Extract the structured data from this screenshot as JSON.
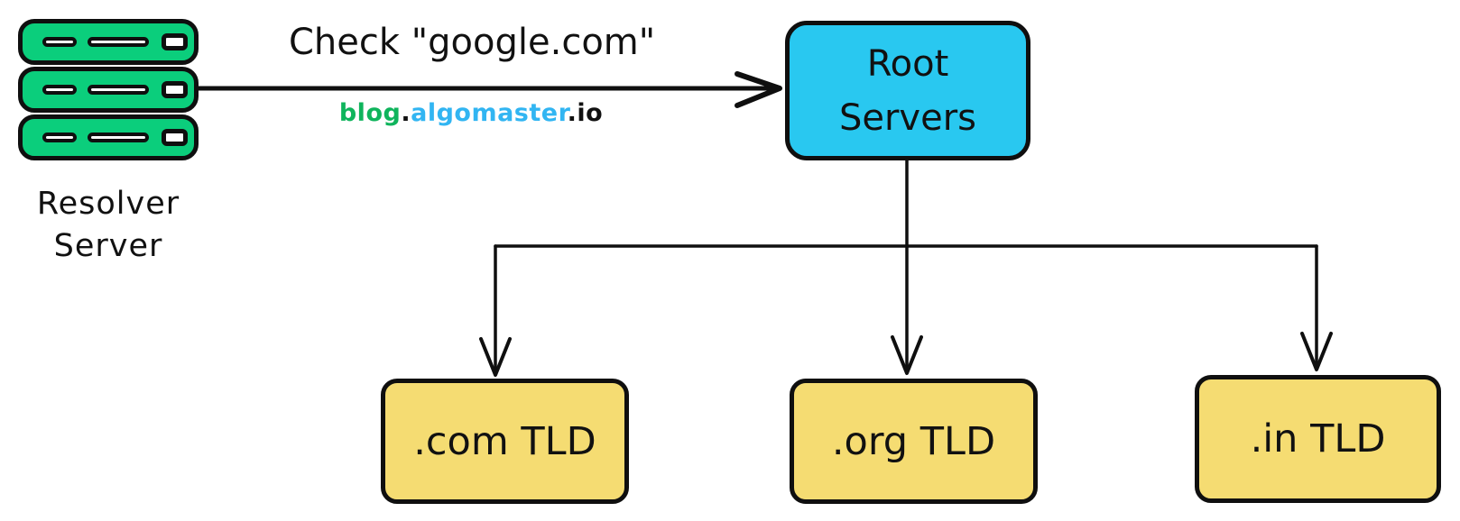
{
  "diagram": {
    "title_semantic": "DNS resolution: resolver queries root servers which delegate to TLD servers",
    "resolver": {
      "icon": "server-stack-icon",
      "label_line1": "Resolver",
      "label_line2": "Server"
    },
    "request_arrow": {
      "label": "Check \"google.com\"",
      "from": "Resolver Server",
      "to": "Root Servers"
    },
    "watermark": {
      "blog": "blog",
      "dot1": ".",
      "algomaster": "algomaster",
      "dot2": ".",
      "io": "io",
      "blog_color": "#0fb45c",
      "algomaster_color": "#31b5f2",
      "dots_color": "#111111"
    },
    "root_box": {
      "label_line1": "Root",
      "label_line2": "Servers",
      "fill": "#29c8f0"
    },
    "tld_boxes": [
      {
        "label": ".com TLD",
        "fill": "#f5dc72"
      },
      {
        "label": ".org TLD",
        "fill": "#f5dc72"
      },
      {
        "label": ".in TLD",
        "fill": "#f5dc72"
      }
    ],
    "edges": [
      {
        "from": "Resolver Server",
        "to": "Root Servers",
        "label": "Check \"google.com\""
      },
      {
        "from": "Root Servers",
        "to": ".com TLD",
        "label": ""
      },
      {
        "from": "Root Servers",
        "to": ".org TLD",
        "label": ""
      },
      {
        "from": "Root Servers",
        "to": ".in TLD",
        "label": ""
      }
    ],
    "colors": {
      "server_green": "#0bce7c",
      "root_cyan": "#29c8f0",
      "tld_yellow": "#f5dc72",
      "line_black": "#0f0f0f",
      "background": "#ffffff"
    }
  }
}
